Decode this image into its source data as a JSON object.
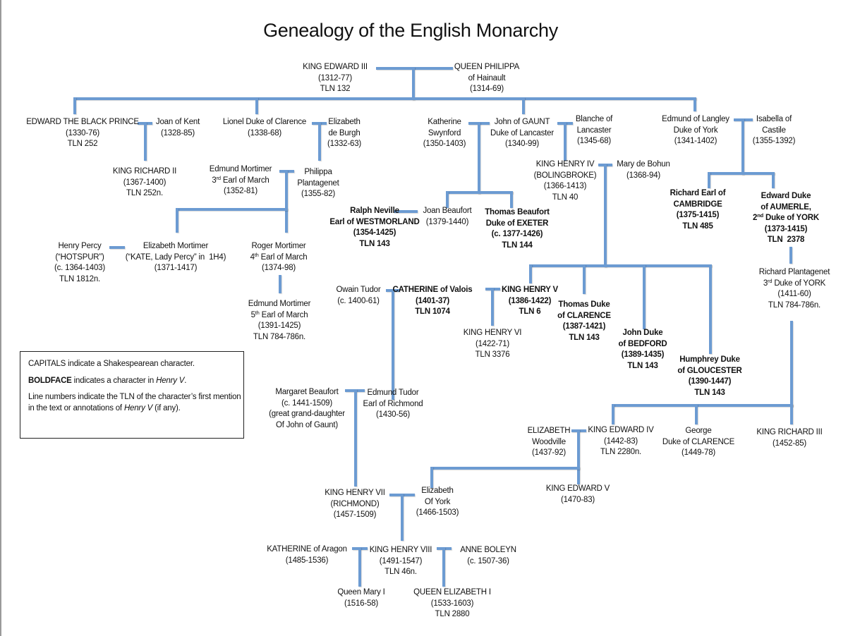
{
  "title": "Genealogy of the English Monarchy",
  "line_color": "#6c9bd2",
  "legend": {
    "l1": "CAPITALS indicate a Shakespearean character.",
    "l2_bold": "BOLDFACE",
    "l2_text": " indicates a character in ",
    "l2_italic": "Henry V",
    "l2_end": ".",
    "l3_text": "Line numbers indicate the TLN of the character’s first mention in the text or annotations of ",
    "l3_italic": "Henry V",
    "l3_end": " (if any)."
  },
  "people": [
    {
      "id": "edward3",
      "lines": [
        "KING EDWARD III",
        "(1312-77)",
        "TLN 132"
      ]
    },
    {
      "id": "philippa",
      "lines": [
        "QUEEN PHILIPPA",
        "of Hainault",
        "(1314-69)"
      ]
    },
    {
      "id": "blackprince",
      "lines": [
        "EDWARD THE BLACK PRINCE",
        "(1330-76)",
        "TLN 252"
      ]
    },
    {
      "id": "joankent",
      "lines": [
        "Joan of Kent",
        "(1328-85)"
      ]
    },
    {
      "id": "lionel",
      "lines": [
        "Lionel Duke of Clarence",
        "(1338-68)"
      ]
    },
    {
      "id": "elizburgh",
      "lines": [
        "Elizabeth",
        "de Burgh",
        "(1332-63)"
      ]
    },
    {
      "id": "swynford",
      "lines": [
        "Katherine",
        "Swynford",
        "(1350-1403)"
      ]
    },
    {
      "id": "gaunt",
      "lines": [
        "John of GAUNT",
        "Duke of Lancaster",
        "(1340-99)"
      ]
    },
    {
      "id": "blanche",
      "lines": [
        "Blanche of",
        "Lancaster",
        "(1345-68)"
      ]
    },
    {
      "id": "langley",
      "lines": [
        "Edmund of Langley",
        "Duke of York",
        "(1341-1402)"
      ]
    },
    {
      "id": "isabella",
      "lines": [
        "Isabella of",
        "Castile",
        "(1355-1392)"
      ]
    },
    {
      "id": "richard2",
      "lines": [
        "KING RICHARD II",
        "(1367-1400)",
        "TLN 252n."
      ]
    },
    {
      "id": "mortimer3",
      "lines": [
        "Edmund Mortimer",
        "3rd Earl of March",
        "(1352-81)"
      ]
    },
    {
      "id": "philippaplant",
      "lines": [
        "Philippa",
        "Plantagenet",
        "(1355-82)"
      ]
    },
    {
      "id": "henry4",
      "lines": [
        "KING HENRY IV",
        "(BOLINGBROKE)",
        "(1366-1413)",
        "TLN 40"
      ]
    },
    {
      "id": "bohun",
      "lines": [
        "Mary de Bohun",
        "(1368-94)"
      ]
    },
    {
      "id": "cambridge",
      "bold": true,
      "lines": [
        "Richard Earl of",
        "CAMBRIDGE",
        "(1375-1415)",
        "TLN 485"
      ]
    },
    {
      "id": "aumerle",
      "bold": true,
      "lines": [
        "Edward Duke",
        "of AUMERLE,",
        "2nd Duke of YORK",
        "(1373-1415)",
        "TLN  2378"
      ]
    },
    {
      "id": "neville",
      "bold": true,
      "lines": [
        "Ralph Neville",
        "Earl of WESTMORLAND",
        "(1354-1425)",
        "TLN 143"
      ]
    },
    {
      "id": "joanbeaufort",
      "lines": [
        "Joan Beaufort",
        "(1379-1440)"
      ]
    },
    {
      "id": "thomasbeaufort",
      "bold": true,
      "lines": [
        "Thomas Beaufort",
        "Duke of EXETER",
        "(c. 1377-1426)",
        "TLN 144"
      ]
    },
    {
      "id": "percy",
      "lines": [
        "Henry Percy",
        "(“HOTSPUR”)",
        "(c. 1364-1403)",
        "TLN 1812n."
      ]
    },
    {
      "id": "elizmortimer",
      "lines": [
        "Elizabeth Mortimer",
        "(“KATE, Lady Percy” in  1H4)",
        "(1371-1417)"
      ]
    },
    {
      "id": "roger",
      "lines": [
        "Roger Mortimer",
        "4th Earl of March",
        "(1374-98)"
      ]
    },
    {
      "id": "richardplant",
      "lines": [
        "Richard Plantagenet",
        "3rd Duke of YORK",
        "(1411-60)",
        "TLN 784-786n."
      ]
    },
    {
      "id": "mortimer5",
      "lines": [
        "Edmund Mortimer",
        "5th Earl of March",
        "(1391-1425)",
        "TLN 784-786n."
      ]
    },
    {
      "id": "owain",
      "lines": [
        "Owain Tudor",
        "(c. 1400-61)"
      ]
    },
    {
      "id": "catherine",
      "bold": true,
      "lines": [
        "CATHERINE of Valois",
        "(1401-37)",
        "TLN 1074"
      ]
    },
    {
      "id": "henry5",
      "bold": true,
      "lines": [
        "KING HENRY V",
        "(1386-1422)",
        "TLN 6"
      ]
    },
    {
      "id": "clarence",
      "bold": true,
      "lines": [
        "Thomas Duke",
        "of CLARENCE",
        "(1387-1421)",
        "TLN 143"
      ]
    },
    {
      "id": "henry6",
      "lines": [
        "KING HENRY VI",
        "(1422-71)",
        "TLN 3376"
      ]
    },
    {
      "id": "bedford",
      "bold": true,
      "lines": [
        "John Duke",
        "of BEDFORD",
        "(1389-1435)",
        "TLN 143"
      ]
    },
    {
      "id": "gloucester",
      "bold": true,
      "lines": [
        "Humphrey Duke",
        "of GLOUCESTER",
        "(1390-1447)",
        "TLN 143"
      ]
    },
    {
      "id": "margaret",
      "lines": [
        "Margaret Beaufort",
        "(c. 1441-1509)",
        "(great grand-daughter",
        "Of John of Gaunt)"
      ]
    },
    {
      "id": "edmundtudor",
      "lines": [
        "Edmund Tudor",
        "Earl of Richmond",
        "(1430-56)"
      ]
    },
    {
      "id": "woodville",
      "lines": [
        "ELIZABETH",
        "Woodville",
        "(1437-92)"
      ]
    },
    {
      "id": "edward4",
      "lines": [
        "KING EDWARD IV",
        "(1442-83)",
        "TLN 2280n."
      ]
    },
    {
      "id": "george",
      "lines": [
        "George",
        "Duke of CLARENCE",
        "(1449-78)"
      ]
    },
    {
      "id": "richard3",
      "lines": [
        "KING RICHARD III",
        "(1452-85)"
      ]
    },
    {
      "id": "henry7",
      "lines": [
        "KING HENRY VII",
        "(RICHMOND)",
        "(1457-1509)"
      ]
    },
    {
      "id": "elizyork",
      "lines": [
        "Elizabeth",
        "Of York",
        "(1466-1503)"
      ]
    },
    {
      "id": "edward5",
      "lines": [
        "KING EDWARD V",
        "(1470-83)"
      ]
    },
    {
      "id": "aragon",
      "lines": [
        "KATHERINE of Aragon",
        "(1485-1536)"
      ]
    },
    {
      "id": "henry8",
      "lines": [
        "KING HENRY VIII",
        "(1491-1547)",
        "TLN 46n."
      ]
    },
    {
      "id": "boleyn",
      "lines": [
        "ANNE BOLEYN",
        "(c. 1507-36)"
      ]
    },
    {
      "id": "mary1",
      "lines": [
        "Queen Mary I",
        "(1516-58)"
      ]
    },
    {
      "id": "elizabeth1",
      "lines": [
        "QUEEN ELIZABETH I",
        "(1533-1603)",
        "TLN 2880"
      ]
    }
  ]
}
